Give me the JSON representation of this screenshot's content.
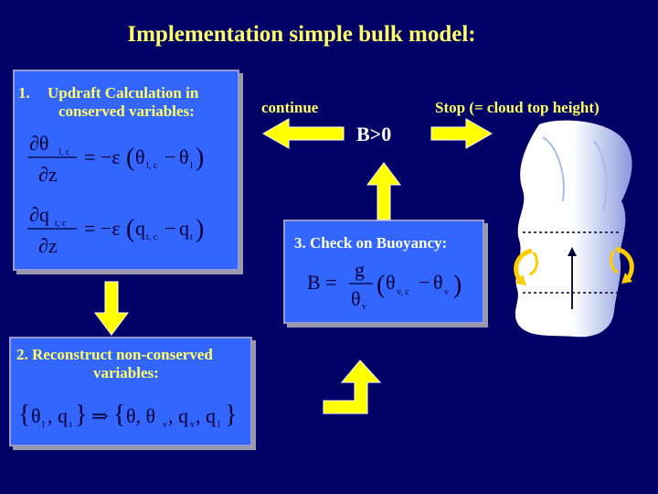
{
  "title": "Implementation simple bulk model:",
  "step1": {
    "number": "1.",
    "line1": "Updraft Calculation in",
    "line2": "conserved variables:"
  },
  "step2": {
    "line1": "2. Reconstruct non-conserved",
    "line2": "variables:"
  },
  "step3": {
    "label": "3. Check on Buoyancy:"
  },
  "decision": {
    "condition": "B>0",
    "continue_label": "continue",
    "stop_label": "Stop (= cloud top height)"
  },
  "colors": {
    "background": "#000066",
    "box": "#3366ff",
    "arrow": "#ffff00",
    "title": "#ffff66"
  },
  "icons": [
    "cloud-updraft-illustration",
    "arrow-left",
    "arrow-right",
    "arrow-up",
    "arrow-down",
    "arrow-elbow-up",
    "circular-arrow-left",
    "circular-arrow-right"
  ]
}
